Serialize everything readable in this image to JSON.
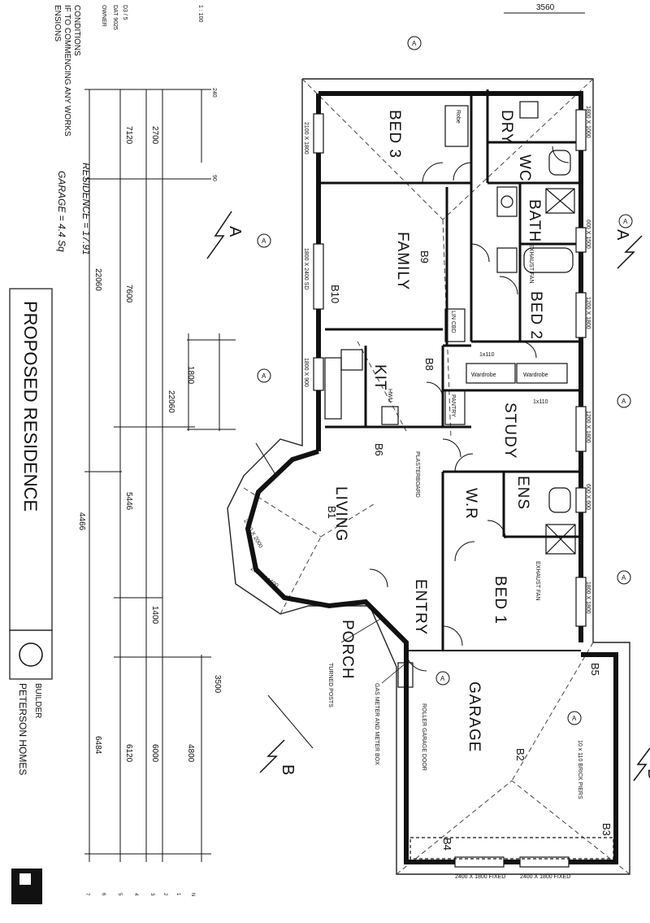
{
  "title_block": {
    "title": "PROPOSED RESIDENCE",
    "builder_label": "BUILDER",
    "builder_name": "PETERSON HOMES"
  },
  "notes": {
    "conditions": "CONDITIONS",
    "line1": "IF TO COMMENCING ANY WORKS",
    "line2": "ENSIONS",
    "scale": "1 : 100",
    "sheet_no": "D3 / 5",
    "plan_no": "DAT 9025",
    "owner": "OWNER"
  },
  "areas": {
    "residence": "RESIDENCE = 17.91",
    "garage": "GARAGE = 4.4 Sq"
  },
  "rooms": {
    "bed3": "BED 3",
    "family": "FAMILY",
    "kit": "KIT",
    "living": "LIVING",
    "bath": "BATH",
    "dry": "DRY",
    "wc": "WC",
    "bed2": "BED 2",
    "study": "STUDY",
    "ens": "ENS",
    "wr": "W.R",
    "bed1": "BED 1",
    "entry": "ENTRY",
    "porch": "PORCH",
    "garage": "GARAGE"
  },
  "fixtures": {
    "robe": "Robe",
    "wardrobe1": "Wardrobe",
    "wardrobe2": "Wardrobe",
    "pantry": "PANTRY",
    "lin": "LIN CBD",
    "exhaust1": "EXHAUST FAN",
    "exhaust2": "EXHAUST FAN",
    "shelf1": "1x110",
    "shelf2": "1x110"
  },
  "beams": {
    "b1": "B1",
    "b2": "B2",
    "b3": "B3",
    "b4": "B4",
    "b5": "B5",
    "b6": "B6",
    "b8": "B8",
    "b9": "B9",
    "b10": "B10"
  },
  "section_marks": {
    "a_top": "A",
    "a_bottom": "A",
    "b_top": "B",
    "b_bottom": "B"
  },
  "grid_bubbles": [
    "A",
    "A",
    "A",
    "A",
    "A",
    "A",
    "A",
    "A"
  ],
  "windows": {
    "w_bed3_top": "2100 X 1800",
    "w_family_top": "1800 X 2400 SD",
    "w_kit_top": "1800 X 900",
    "w_bed3_bot": "1800 X 1000",
    "w_bath_bot": "600 X 1500",
    "w_bed2_bot": "1200 X 1800",
    "w_study_bot": "1200 X 1800",
    "w_ens_bot": "600 X 600",
    "w_bed1_bot": "1800 X 1800",
    "w_living1": "2400 X 2000",
    "w_living2": "2100 X 1600",
    "w_garage1": "2400 X 1800 FIXED",
    "w_garage2": "2400 X 1800 FIXED"
  },
  "dimensions": {
    "total_left": "22060",
    "total_right": "22060",
    "d_7600": "7600",
    "d_7120": "7120",
    "d_5446": "5446",
    "d_4466": "4466",
    "d_6120": "6120",
    "d_6000": "6000",
    "d_6484": "6484",
    "d_4800": "4800",
    "d_2700": "2700",
    "d_1800": "1800",
    "d_240": "240",
    "d_90": "90",
    "d_3500": "3500",
    "d_1400": "1400",
    "d_3560": "3560"
  },
  "annotations": {
    "garage_door": "ROLLER GARAGE DOOR",
    "gas_meter": "GAS METER AND METER BOX",
    "brick_piers": "10 x 110 BRICK PIERS",
    "turned_posts": "TURNED POSTS",
    "hwu": "HWU",
    "plaster": "PLASTERBOARD"
  }
}
